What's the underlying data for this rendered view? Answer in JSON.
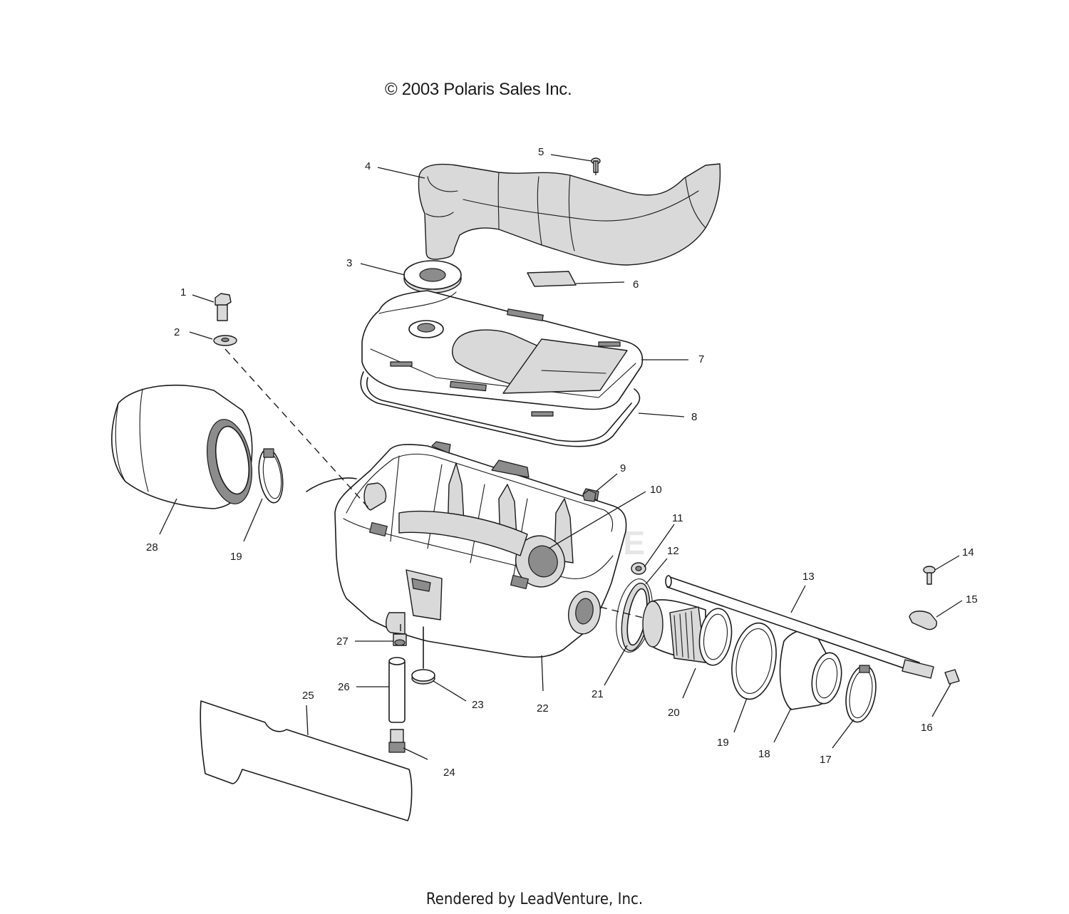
{
  "header": {
    "copyright": "© 2003 Polaris Sales Inc."
  },
  "footer": {
    "rendered_by": "Rendered by LeadVenture, Inc."
  },
  "watermark": {
    "text": "LEADVENTURE"
  },
  "callouts": {
    "c1": "1",
    "c2": "2",
    "c3": "3",
    "c4": "4",
    "c5": "5",
    "c6": "6",
    "c7": "7",
    "c8": "8",
    "c9": "9",
    "c10": "10",
    "c11": "11",
    "c12": "12",
    "c13": "13",
    "c14": "14",
    "c15": "15",
    "c16": "16",
    "c17": "17",
    "c18": "18",
    "c19a": "19",
    "c19b": "19",
    "c20": "20",
    "c21": "21",
    "c22": "22",
    "c23": "23",
    "c24": "24",
    "c25": "25",
    "c26": "26",
    "c27": "27",
    "c28": "28"
  },
  "colors": {
    "line": "#1a1a1a",
    "shade": "#d9d9d9",
    "dark_shade": "#8c8c8c",
    "watermark": "#e6e6e6"
  }
}
